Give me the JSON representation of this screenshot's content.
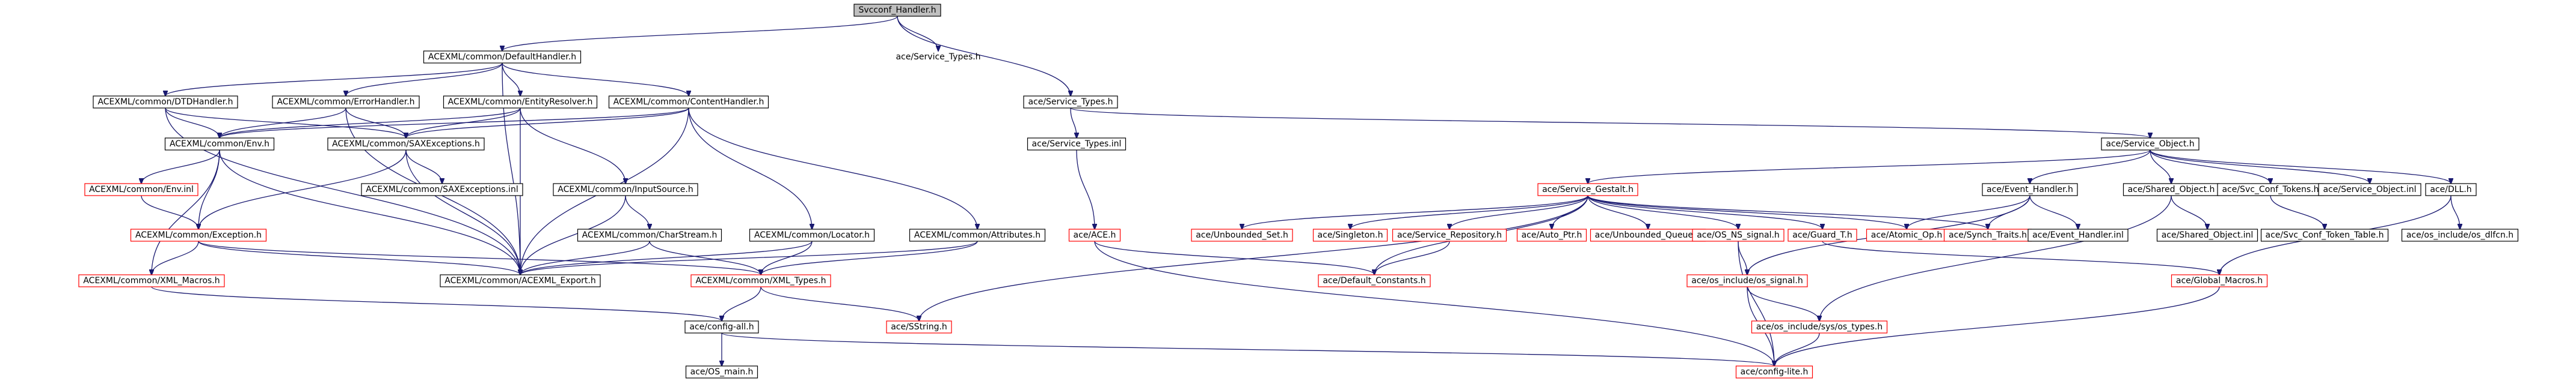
{
  "colors": {
    "edge": "#191970",
    "node_border": "#000000",
    "node_border_missing": "#ff0000",
    "node_fill": "#ffffff",
    "root_fill": "#bfbfbf"
  },
  "graph": {
    "nodes": [
      {
        "id": "root",
        "label": "Svcconf_Handler.h",
        "kind": "root"
      },
      {
        "id": "defh",
        "label": "ACEXML/common/DefaultHandler.h",
        "kind": "normal"
      },
      {
        "id": "svct_lbl",
        "label": "ace/Service_Types.h",
        "kind": "label"
      },
      {
        "id": "dtdh",
        "label": "ACEXML/common/DTDHandler.h",
        "kind": "normal"
      },
      {
        "id": "errh",
        "label": "ACEXML/common/ErrorHandler.h",
        "kind": "normal"
      },
      {
        "id": "entr",
        "label": "ACEXML/common/EntityResolver.h",
        "kind": "normal"
      },
      {
        "id": "conth",
        "label": "ACEXML/common/ContentHandler.h",
        "kind": "normal"
      },
      {
        "id": "svct",
        "label": "ace/Service_Types.h",
        "kind": "normal"
      },
      {
        "id": "env",
        "label": "ACEXML/common/Env.h",
        "kind": "normal"
      },
      {
        "id": "saxe",
        "label": "ACEXML/common/SAXExceptions.h",
        "kind": "normal"
      },
      {
        "id": "svcti",
        "label": "ace/Service_Types.inl",
        "kind": "normal"
      },
      {
        "id": "svco",
        "label": "ace/Service_Object.h",
        "kind": "normal"
      },
      {
        "id": "envinl",
        "label": "ACEXML/common/Env.inl",
        "kind": "missing"
      },
      {
        "id": "saxei",
        "label": "ACEXML/common/SAXExceptions.inl",
        "kind": "normal"
      },
      {
        "id": "inps",
        "label": "ACEXML/common/InputSource.h",
        "kind": "normal"
      },
      {
        "id": "sgest",
        "label": "ace/Service_Gestalt.h",
        "kind": "missing"
      },
      {
        "id": "evth",
        "label": "ace/Event_Handler.h",
        "kind": "normal"
      },
      {
        "id": "shobj",
        "label": "ace/Shared_Object.h",
        "kind": "normal"
      },
      {
        "id": "svcconf",
        "label": "ace/Svc_Conf_Tokens.h",
        "kind": "normal"
      },
      {
        "id": "svcoi",
        "label": "ace/Service_Object.inl",
        "kind": "normal"
      },
      {
        "id": "dll",
        "label": "ace/DLL.h",
        "kind": "normal"
      },
      {
        "id": "excp",
        "label": "ACEXML/common/Exception.h",
        "kind": "missing"
      },
      {
        "id": "chars",
        "label": "ACEXML/common/CharStream.h",
        "kind": "normal"
      },
      {
        "id": "loc",
        "label": "ACEXML/common/Locator.h",
        "kind": "normal"
      },
      {
        "id": "attr",
        "label": "ACEXML/common/Attributes.h",
        "kind": "normal"
      },
      {
        "id": "ace",
        "label": "ace/ACE.h",
        "kind": "missing"
      },
      {
        "id": "unbs",
        "label": "ace/Unbounded_Set.h",
        "kind": "missing"
      },
      {
        "id": "sing",
        "label": "ace/Singleton.h",
        "kind": "missing"
      },
      {
        "id": "srep",
        "label": "ace/Service_Repository.h",
        "kind": "missing"
      },
      {
        "id": "autop",
        "label": "ace/Auto_Ptr.h",
        "kind": "missing"
      },
      {
        "id": "unbq",
        "label": "ace/Unbounded_Queue.h",
        "kind": "missing"
      },
      {
        "id": "osns",
        "label": "ace/OS_NS_signal.h",
        "kind": "missing"
      },
      {
        "id": "guard",
        "label": "ace/Guard_T.h",
        "kind": "missing"
      },
      {
        "id": "atom",
        "label": "ace/Atomic_Op.h",
        "kind": "missing"
      },
      {
        "id": "synch",
        "label": "ace/Synch_Traits.h",
        "kind": "missing"
      },
      {
        "id": "evthi",
        "label": "ace/Event_Handler.inl",
        "kind": "normal"
      },
      {
        "id": "shobji",
        "label": "ace/Shared_Object.inl",
        "kind": "normal"
      },
      {
        "id": "svctt",
        "label": "ace/Svc_Conf_Token_Table.h",
        "kind": "normal"
      },
      {
        "id": "dlfcn",
        "label": "ace/os_include/os_dlfcn.h",
        "kind": "normal"
      },
      {
        "id": "xmlm",
        "label": "ACEXML/common/XML_Macros.h",
        "kind": "missing"
      },
      {
        "id": "exp",
        "label": "ACEXML/common/ACEXML_Export.h",
        "kind": "normal"
      },
      {
        "id": "xmlt",
        "label": "ACEXML/common/XML_Types.h",
        "kind": "missing"
      },
      {
        "id": "defc",
        "label": "ace/Default_Constants.h",
        "kind": "missing"
      },
      {
        "id": "ossig",
        "label": "ace/os_include/os_signal.h",
        "kind": "missing"
      },
      {
        "id": "glob",
        "label": "ace/Global_Macros.h",
        "kind": "missing"
      },
      {
        "id": "cfgall",
        "label": "ace/config-all.h",
        "kind": "normal"
      },
      {
        "id": "sstr",
        "label": "ace/SString.h",
        "kind": "missing"
      },
      {
        "id": "systyp",
        "label": "ace/os_include/sys/os_types.h",
        "kind": "missing"
      },
      {
        "id": "osmain",
        "label": "ace/OS_main.h",
        "kind": "normal"
      },
      {
        "id": "cfglite",
        "label": "ace/config-lite.h",
        "kind": "missing"
      }
    ],
    "edges": [
      [
        "root",
        "defh"
      ],
      [
        "root",
        "svct_lbl"
      ],
      [
        "root",
        "svct"
      ],
      [
        "defh",
        "dtdh"
      ],
      [
        "defh",
        "errh"
      ],
      [
        "defh",
        "entr"
      ],
      [
        "defh",
        "conth"
      ],
      [
        "defh",
        "exp"
      ],
      [
        "dtdh",
        "env"
      ],
      [
        "dtdh",
        "saxe"
      ],
      [
        "dtdh",
        "exp"
      ],
      [
        "errh",
        "env"
      ],
      [
        "errh",
        "saxe"
      ],
      [
        "errh",
        "exp"
      ],
      [
        "entr",
        "env"
      ],
      [
        "entr",
        "saxe"
      ],
      [
        "entr",
        "inps"
      ],
      [
        "entr",
        "exp"
      ],
      [
        "conth",
        "env"
      ],
      [
        "conth",
        "saxe"
      ],
      [
        "conth",
        "loc"
      ],
      [
        "conth",
        "attr"
      ],
      [
        "conth",
        "exp"
      ],
      [
        "env",
        "envinl"
      ],
      [
        "env",
        "excp"
      ],
      [
        "env",
        "exp"
      ],
      [
        "env",
        "xmlm"
      ],
      [
        "saxe",
        "saxei"
      ],
      [
        "saxe",
        "excp"
      ],
      [
        "saxe",
        "exp"
      ],
      [
        "envinl",
        "excp"
      ],
      [
        "excp",
        "xmlm"
      ],
      [
        "excp",
        "exp"
      ],
      [
        "excp",
        "xmlt"
      ],
      [
        "inps",
        "chars"
      ],
      [
        "inps",
        "exp"
      ],
      [
        "chars",
        "exp"
      ],
      [
        "chars",
        "xmlt"
      ],
      [
        "loc",
        "exp"
      ],
      [
        "loc",
        "xmlt"
      ],
      [
        "attr",
        "exp"
      ],
      [
        "attr",
        "xmlt"
      ],
      [
        "xmlm",
        "cfgall"
      ],
      [
        "xmlt",
        "cfgall"
      ],
      [
        "xmlt",
        "sstr"
      ],
      [
        "cfgall",
        "osmain"
      ],
      [
        "cfgall",
        "cfglite"
      ],
      [
        "svct",
        "svcti"
      ],
      [
        "svct",
        "svco"
      ],
      [
        "svcti",
        "ace"
      ],
      [
        "ace",
        "defc"
      ],
      [
        "ace",
        "cfglite"
      ],
      [
        "svco",
        "sgest"
      ],
      [
        "svco",
        "evth"
      ],
      [
        "svco",
        "shobj"
      ],
      [
        "svco",
        "svcconf"
      ],
      [
        "svco",
        "svcoi"
      ],
      [
        "svco",
        "dll"
      ],
      [
        "sgest",
        "unbs"
      ],
      [
        "sgest",
        "sing"
      ],
      [
        "sgest",
        "srep"
      ],
      [
        "sgest",
        "autop"
      ],
      [
        "sgest",
        "unbq"
      ],
      [
        "sgest",
        "osns"
      ],
      [
        "sgest",
        "guard"
      ],
      [
        "sgest",
        "atom"
      ],
      [
        "sgest",
        "synch"
      ],
      [
        "sgest",
        "defc"
      ],
      [
        "sgest",
        "sstr"
      ],
      [
        "srep",
        "defc"
      ],
      [
        "osns",
        "ossig"
      ],
      [
        "osns",
        "cfglite"
      ],
      [
        "guard",
        "glob"
      ],
      [
        "evth",
        "atom"
      ],
      [
        "evth",
        "synch"
      ],
      [
        "evth",
        "evthi"
      ],
      [
        "evth",
        "ossig"
      ],
      [
        "shobj",
        "shobji"
      ],
      [
        "shobj",
        "systyp"
      ],
      [
        "svcconf",
        "svctt"
      ],
      [
        "dll",
        "dlfcn"
      ],
      [
        "dll",
        "glob"
      ],
      [
        "ossig",
        "systyp"
      ],
      [
        "ossig",
        "cfglite"
      ],
      [
        "systyp",
        "cfglite"
      ],
      [
        "glob",
        "cfglite"
      ]
    ]
  }
}
